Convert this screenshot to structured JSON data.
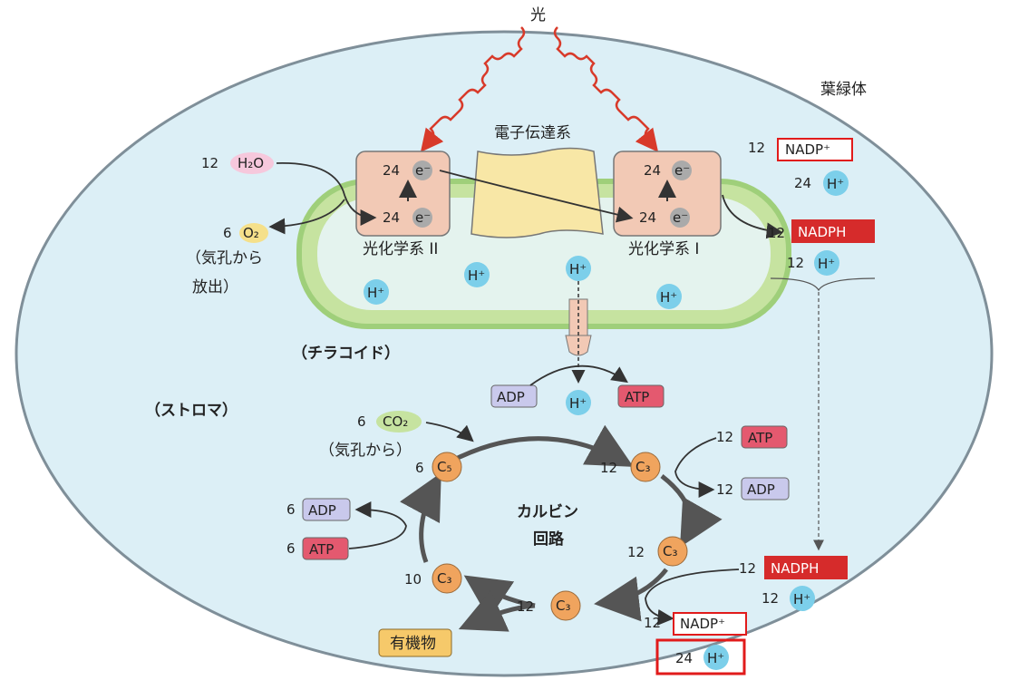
{
  "labels": {
    "light": "光",
    "chloroplast": "葉緑体",
    "etc": "電子伝達系",
    "ps2": "光化学系 II",
    "ps1": "光化学系 I",
    "thylakoid": "（チラコイド）",
    "stroma": "（ストロマ）",
    "release_1": "（気孔から",
    "release_2": "放出）",
    "from_stomata": "（気孔から）",
    "calvin_1": "カルビン",
    "calvin_2": "回路",
    "organic": "有機物"
  },
  "molecules": {
    "h2o": "H₂O",
    "o2": "O₂",
    "co2": "CO₂",
    "e": "e⁻",
    "hplus": "H⁺",
    "nadp": "NADP⁺",
    "nadph": "NADPH",
    "atp": "ATP",
    "adp": "ADP",
    "c5": "C₅",
    "c3": "C₃"
  },
  "coef": {
    "h2o": "12",
    "o2": "6",
    "e_top": "24",
    "e_bot": "24",
    "e1_top": "24",
    "e1_bot": "24",
    "nadp_top": "12",
    "h_top": "24",
    "nadph_top": "12",
    "h_top2": "12",
    "co2": "6",
    "c5": "6",
    "c3_a": "12",
    "atp_r": "12",
    "adp_r": "12",
    "c3_b": "12",
    "nadph_r": "12",
    "h_r": "12",
    "nadp_bot": "12",
    "h_bot": "24",
    "c3_c": "12",
    "c3_d": "10",
    "adp_l": "6",
    "atp_l": "6"
  },
  "colors": {
    "ellipse_fill": "#dceff6",
    "ellipse_stroke": "#7f8f99",
    "thylakoid": "#c6e3a0",
    "photosystem": "#f2c9b5",
    "etc_box": "#f8e7a6",
    "hplus": "#7ccfea",
    "carbon": "#f0a45e",
    "atp": "#e4596f",
    "adp": "#c9c9ec",
    "nadph": "#d62b2b",
    "highlight": "#e11b1b",
    "light": "#d83a2a"
  }
}
